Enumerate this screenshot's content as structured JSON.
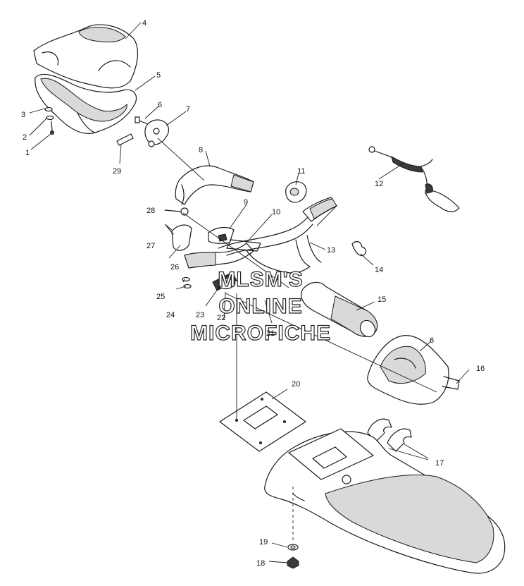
{
  "watermark": {
    "lines": [
      "MLSM'S",
      "ONLINE",
      "MICROFICHE"
    ]
  },
  "callouts": [
    "1",
    "2",
    "3",
    "4",
    "5",
    "6",
    "7",
    "8",
    "9",
    "10",
    "11",
    "12",
    "13",
    "14",
    "15",
    "6",
    "16",
    "17",
    "18",
    "19",
    "20",
    "21",
    "22",
    "23",
    "24",
    "25",
    "26",
    "27",
    "28",
    "29"
  ],
  "colors": {
    "ink": "#1a1a1a",
    "background": "#ffffff",
    "shade": "#d9d9d9"
  }
}
